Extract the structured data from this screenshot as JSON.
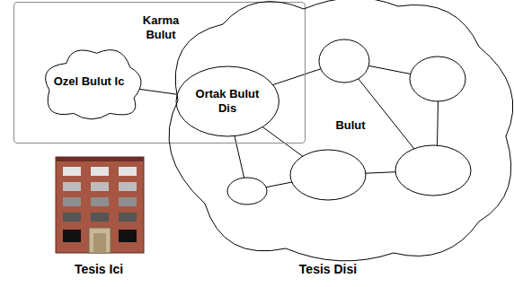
{
  "diagram": {
    "nodes": [
      {
        "text": [
          "Karma Bulut"
        ]
      },
      {
        "text": [
          "Ozel Bulut Ic"
        ],
        "in": 0
      },
      {
        "text": [
          "Ortak Bulut Dis"
        ],
        "in": 0
      },
      {
        "text": [
          "Bulut"
        ]
      }
    ],
    "edges": [
      {
        "from": 1,
        "to": 2,
        "arrow": "none"
      }
    ],
    "labels": [
      "Tesis Ici",
      "Tesis Disi"
    ]
  }
}
